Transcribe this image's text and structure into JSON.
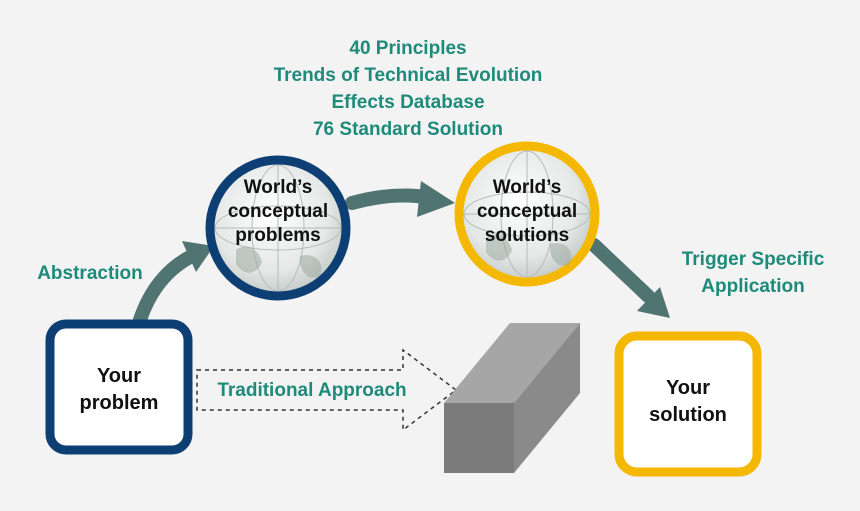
{
  "tools": [
    "40 Principles",
    "Trends of Technical Evolution",
    "Effects Database",
    "76 Standard Solution"
  ],
  "labels": {
    "abstraction": "Abstraction",
    "trigger_line1": "Trigger Specific",
    "trigger_line2": "Application",
    "traditional": "Traditional Approach"
  },
  "nodes": {
    "problem": [
      "Your",
      "problem"
    ],
    "solution": [
      "Your",
      "solution"
    ],
    "conceptual_problems": [
      "World’s",
      "conceptual",
      "problems"
    ],
    "conceptual_solutions": [
      "World’s",
      "conceptual",
      "solutions"
    ]
  },
  "colors": {
    "navy": "#0d3f75",
    "gold": "#f5b800",
    "teal_text": "#1d8a7a",
    "arrow": "#4f7472",
    "wall": "#7f7f7f"
  }
}
